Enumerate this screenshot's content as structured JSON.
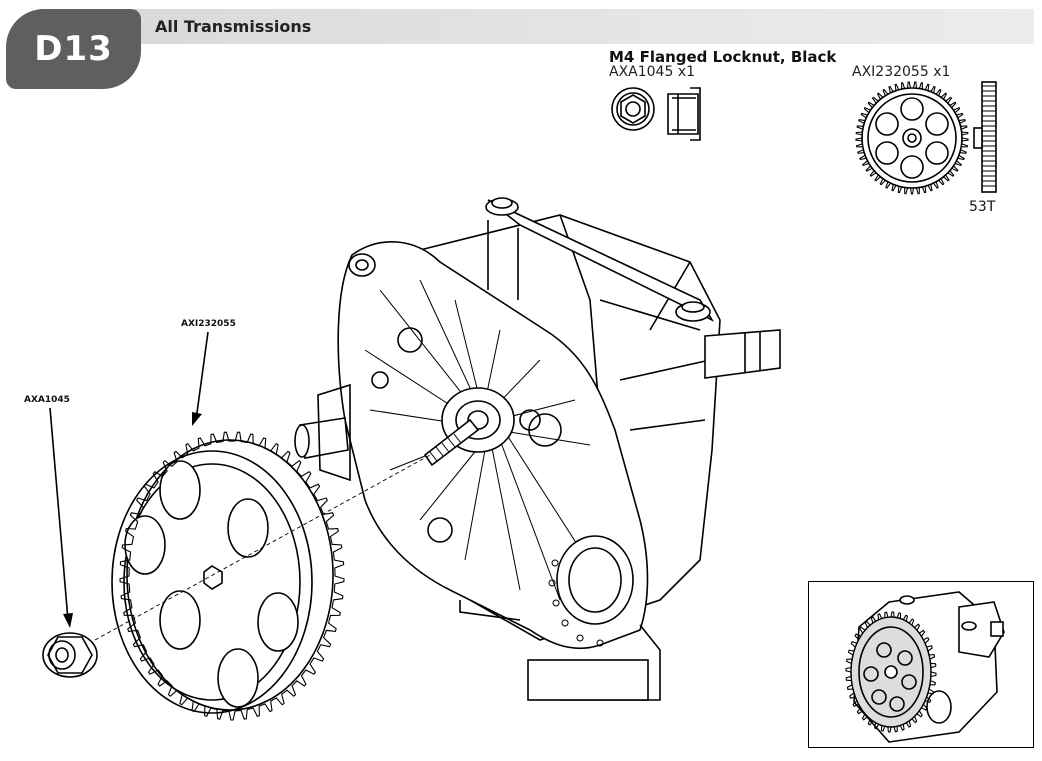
{
  "step": {
    "number": "D13",
    "title": "All Transmissions"
  },
  "parts": [
    {
      "name": "M4 Flanged Locknut, Black",
      "code": "AXA1045 x1",
      "icon": "locknut-icon"
    },
    {
      "name": "",
      "code": "AXI232055 x1",
      "icon": "spur-gear-icon",
      "teeth": "53T"
    }
  ],
  "callouts": {
    "gear": "AXI232055",
    "nut": "AXA1045"
  },
  "colors": {
    "badge": "#5f5f5f",
    "header": "#e0e0e0",
    "line": "#000000"
  }
}
